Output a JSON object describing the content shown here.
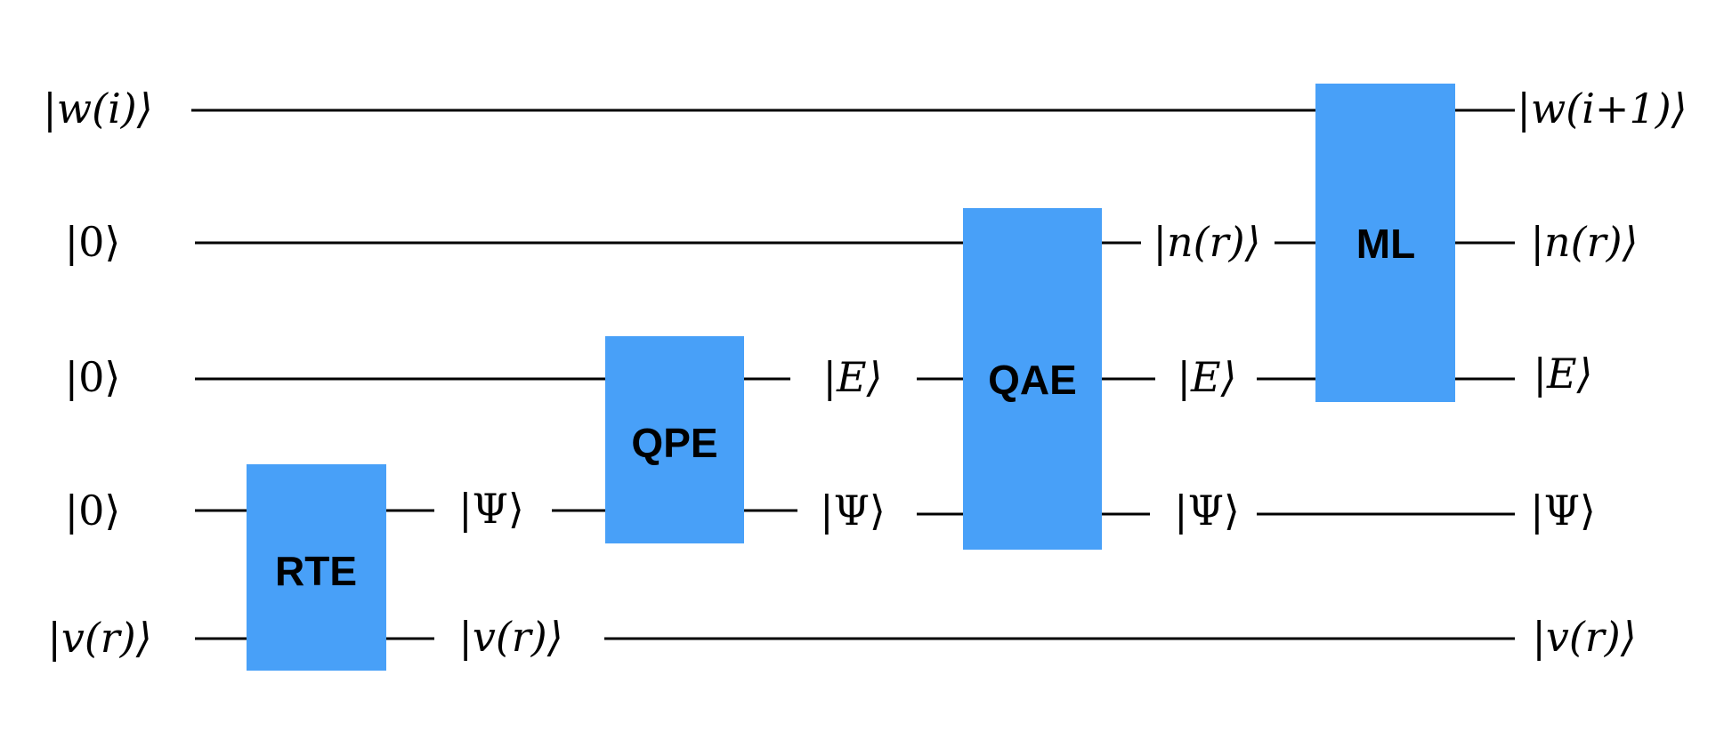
{
  "colors": {
    "gate_fill": "#48a0f8",
    "wire": "#000000",
    "background": "#ffffff"
  },
  "inputs": [
    "|w(i)⟩",
    "|0⟩",
    "|0⟩",
    "|0⟩",
    "|v(r)⟩"
  ],
  "outputs": [
    "|w(i+1)⟩",
    "|n(r)⟩",
    "|E⟩",
    "|Ψ⟩",
    "|v(r)⟩"
  ],
  "gates": [
    {
      "label": "RTE"
    },
    {
      "label": "QPE"
    },
    {
      "label": "QAE"
    },
    {
      "label": "ML"
    }
  ],
  "intermediate": {
    "after_rte": [
      "|Ψ⟩",
      "|v(r)⟩"
    ],
    "after_qpe": [
      "|E⟩",
      "|Ψ⟩"
    ],
    "after_qae": [
      "|n(r)⟩",
      "|E⟩",
      "|Ψ⟩"
    ]
  }
}
